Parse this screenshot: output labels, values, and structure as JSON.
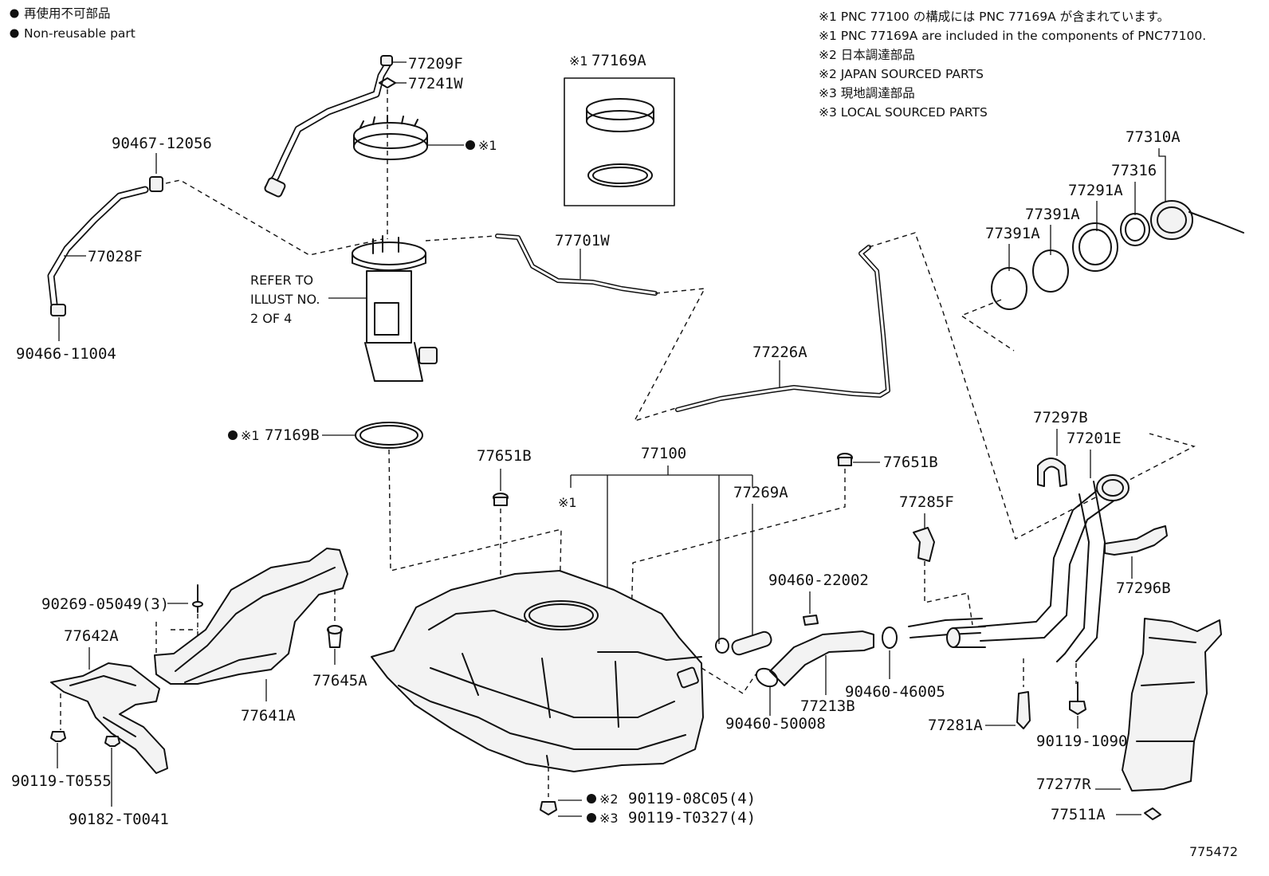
{
  "legend": {
    "jp": "再使用不可部品",
    "en": "Non-reusable part"
  },
  "notes": [
    "※1 PNC 77100 の構成には PNC 77169A が含まれています。",
    "※1 PNC 77169A are included in the components of PNC77100.",
    "※2 日本調達部品",
    "※2 JAPAN SOURCED PARTS",
    "※3 現地調達部品",
    "※3 LOCAL SOURCED PARTS"
  ],
  "refer_text": [
    "REFER TO",
    "ILLUST NO.",
    "2 OF 4"
  ],
  "parts": {
    "p77209F": "77209F",
    "p77241W": "77241W",
    "p77169A": "77169A",
    "p90467": "90467-12056",
    "p77028F": "77028F",
    "p90466": "90466-11004",
    "p77701W": "77701W",
    "p77310A": "77310A",
    "p77316": "77316",
    "p77291A": "77291A",
    "p77391A_a": "77391A",
    "p77391A_b": "77391A",
    "p77226A": "77226A",
    "p77169B": "77169B",
    "p77651B_a": "77651B",
    "p77100": "77100",
    "p77651B_b": "77651B",
    "p77269A": "77269A",
    "p77285F": "77285F",
    "p77297B": "77297B",
    "p77201E": "77201E",
    "p77296B": "77296B",
    "p90269": "90269-05049(3)",
    "p77642A": "77642A",
    "p77645A": "77645A",
    "p77641A": "77641A",
    "p90460_22002": "90460-22002",
    "p90460_46005": "90460-46005",
    "p77213B": "77213B",
    "p90460_50008": "90460-50008",
    "p77281A": "77281A",
    "p90119_10909": "90119-10909",
    "p77277R": "77277R",
    "p77511A": "77511A",
    "p90119_T0555": "90119-T0555",
    "p90182_T0041": "90182-T0041",
    "p90119_08C05": "90119-08C05(4)",
    "p90119_T0327": "90119-T0327(4)"
  },
  "marks": {
    "star1": "※1",
    "star1_small": "※1",
    "star2": "※2",
    "star3": "※3"
  },
  "illustration_id": "775472"
}
